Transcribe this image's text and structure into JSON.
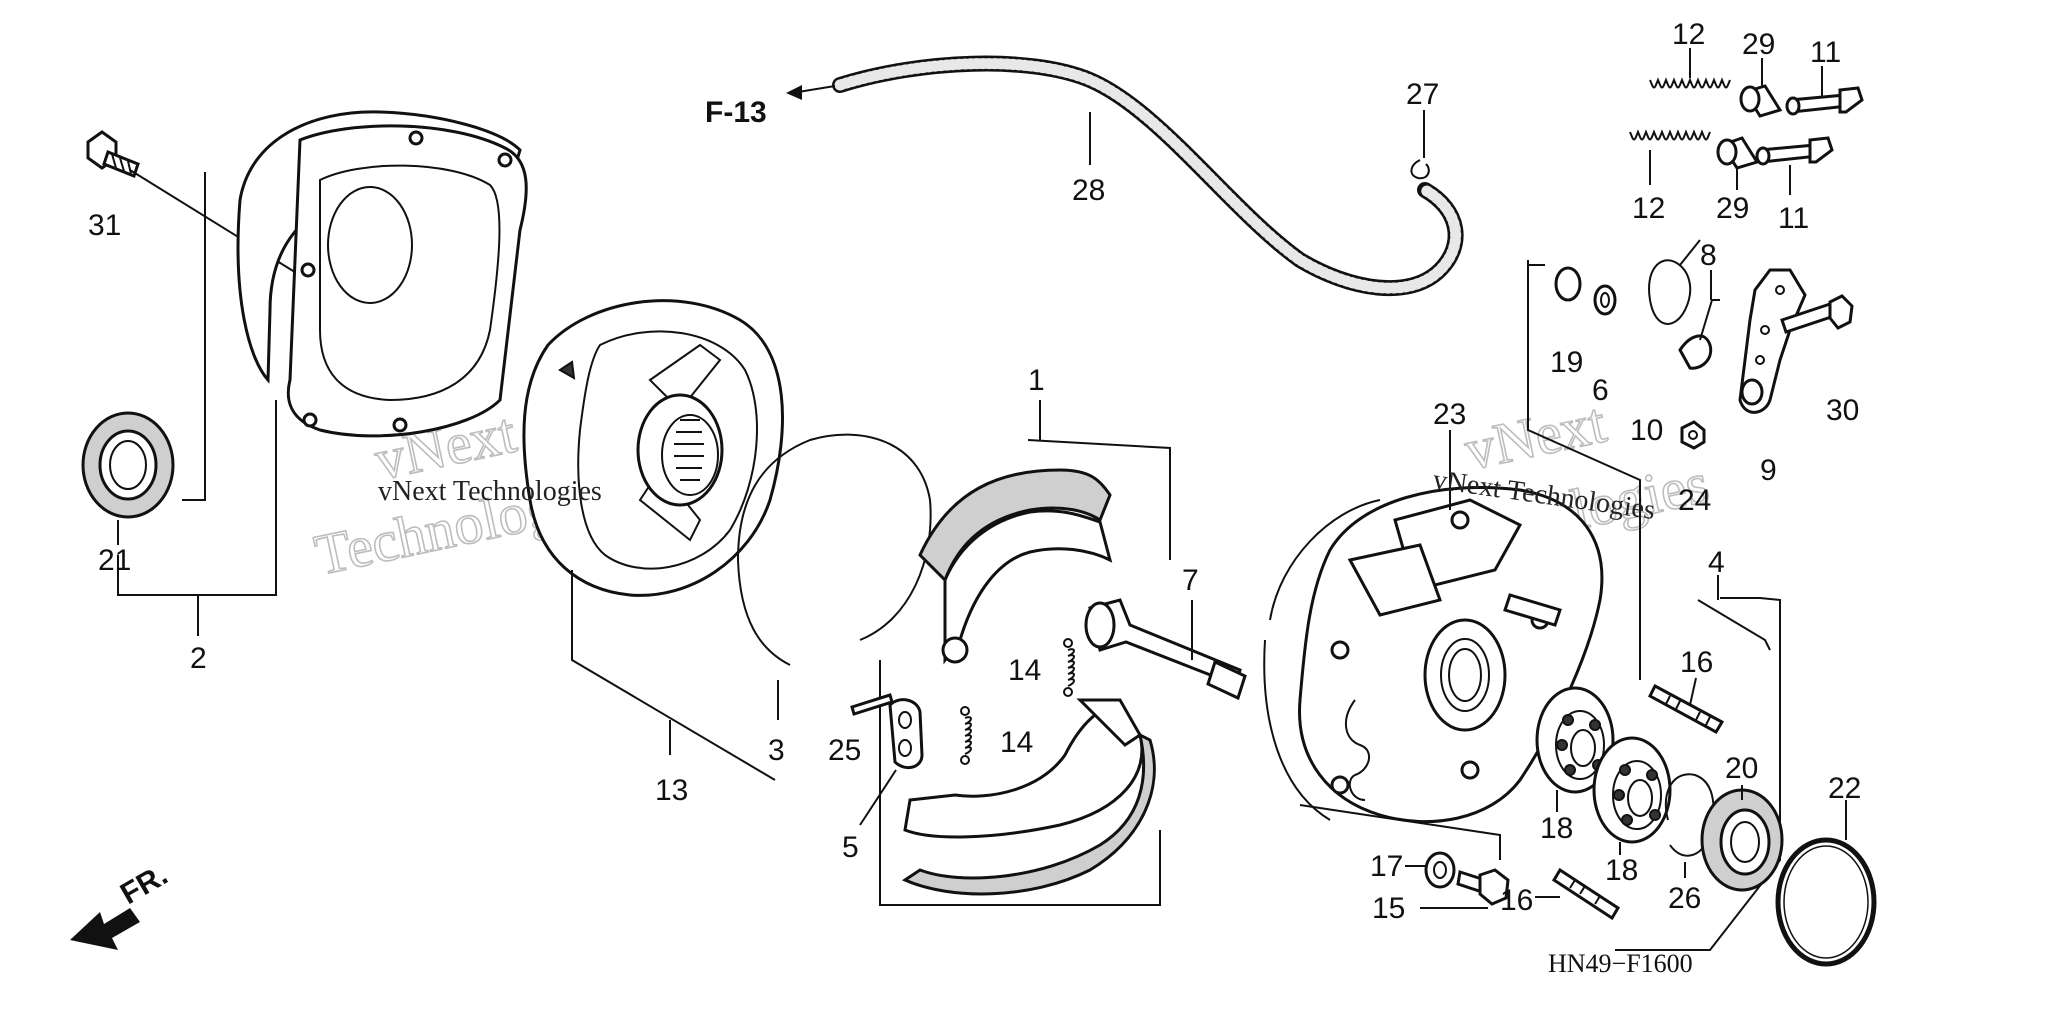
{
  "diagram": {
    "drawing_code": "HN49−F1600",
    "reference": "F-13",
    "front_marker": "FR.",
    "watermark_small": "vNext Technologies",
    "watermark_large_top": "vNext",
    "watermark_large_bottom": "Technologies"
  },
  "callouts": [
    {
      "id": "c1",
      "text": "1"
    },
    {
      "id": "c2",
      "text": "2"
    },
    {
      "id": "c3",
      "text": "3"
    },
    {
      "id": "c4",
      "text": "4"
    },
    {
      "id": "c5",
      "text": "5"
    },
    {
      "id": "c6",
      "text": "6"
    },
    {
      "id": "c7",
      "text": "7"
    },
    {
      "id": "c8",
      "text": "8"
    },
    {
      "id": "c9",
      "text": "9"
    },
    {
      "id": "c10",
      "text": "10"
    },
    {
      "id": "c11a",
      "text": "11"
    },
    {
      "id": "c11b",
      "text": "11"
    },
    {
      "id": "c12a",
      "text": "12"
    },
    {
      "id": "c12b",
      "text": "12"
    },
    {
      "id": "c13",
      "text": "13"
    },
    {
      "id": "c14a",
      "text": "14"
    },
    {
      "id": "c14b",
      "text": "14"
    },
    {
      "id": "c15",
      "text": "15"
    },
    {
      "id": "c16a",
      "text": "16"
    },
    {
      "id": "c16b",
      "text": "16"
    },
    {
      "id": "c17",
      "text": "17"
    },
    {
      "id": "c18a",
      "text": "18"
    },
    {
      "id": "c18b",
      "text": "18"
    },
    {
      "id": "c19",
      "text": "19"
    },
    {
      "id": "c20",
      "text": "20"
    },
    {
      "id": "c21",
      "text": "21"
    },
    {
      "id": "c22",
      "text": "22"
    },
    {
      "id": "c23",
      "text": "23"
    },
    {
      "id": "c24",
      "text": "24"
    },
    {
      "id": "c25",
      "text": "25"
    },
    {
      "id": "c26",
      "text": "26"
    },
    {
      "id": "c27",
      "text": "27"
    },
    {
      "id": "c28",
      "text": "28"
    },
    {
      "id": "c29a",
      "text": "29"
    },
    {
      "id": "c29b",
      "text": "29"
    },
    {
      "id": "c30",
      "text": "30"
    },
    {
      "id": "c31",
      "text": "31"
    }
  ]
}
